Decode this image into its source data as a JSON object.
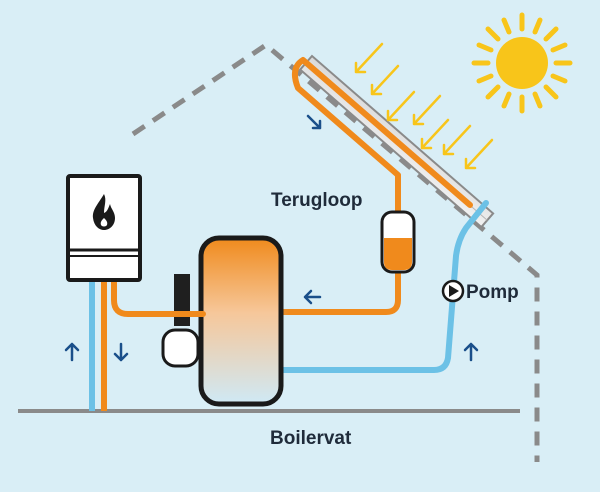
{
  "labels": {
    "terugloop": "Terugloop",
    "pomp": "Pomp",
    "boilervat": "Boilervat"
  },
  "colors": {
    "background": "#d9eef6",
    "hot": "#f08a1c",
    "cold": "#6cc1e6",
    "sun": "#f8c51a",
    "roof": "#8a8a8a",
    "outline": "#1a1a1a",
    "arrow": "#1a4f8a",
    "text": "#1f2b3a"
  },
  "icons": [
    "sun-icon",
    "flame-icon",
    "play-icon",
    "arrow-up-icon",
    "arrow-down-icon",
    "arrow-left-icon",
    "arrow-diag-icon"
  ]
}
